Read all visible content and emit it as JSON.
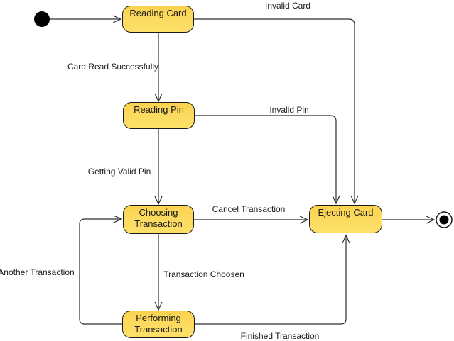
{
  "diagram": {
    "kind": "uml-state-machine",
    "colors": {
      "state_fill": "#FCDA5E",
      "state_border": "#1A1A1A",
      "line": "#2D2D2D",
      "text": "#1C1C1C",
      "background": "#FFFFFF"
    },
    "states": [
      {
        "label": "Reading Card"
      },
      {
        "label": "Reading Pin"
      },
      {
        "label": "Choosing Transaction"
      },
      {
        "label": "Ejecting Card"
      },
      {
        "label": "Performing Transaction"
      }
    ],
    "transitions": [
      {
        "label": "Invalid Card"
      },
      {
        "label": "Card Read Successfully"
      },
      {
        "label": "Invalid Pin"
      },
      {
        "label": "Getting Valid Pin"
      },
      {
        "label": "Cancel Transaction"
      },
      {
        "label": "Transaction Choosen"
      },
      {
        "label": "Another Transaction"
      },
      {
        "label": "Finished Transaction"
      }
    ]
  }
}
